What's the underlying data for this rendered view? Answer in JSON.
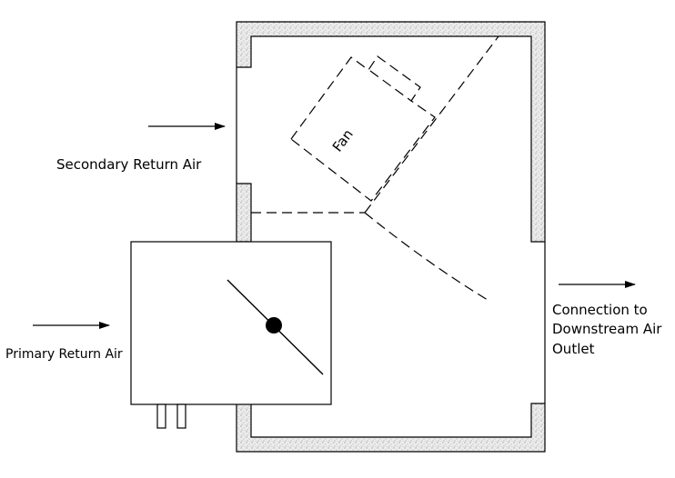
{
  "labels": {
    "secondary_return_air": "Secondary Return Air",
    "primary_return_air": "Primary Return Air",
    "fan": "Fan",
    "outlet_line1": "Connection to",
    "outlet_line2": "Downstream Air",
    "outlet_line3": "Outlet"
  },
  "colors": {
    "line": "#000000",
    "insulation_fill": "#e6e6e6",
    "background": "#ffffff"
  }
}
